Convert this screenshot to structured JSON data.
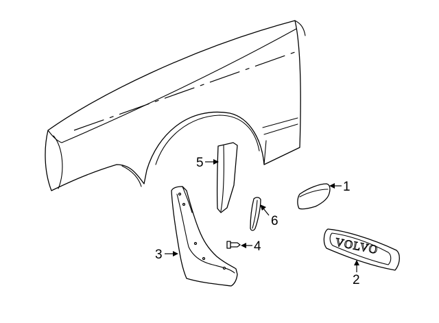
{
  "callouts": [
    {
      "id": "1",
      "label": "1",
      "part": "emblem-cover"
    },
    {
      "id": "2",
      "label": "2",
      "part": "volvo-emblem"
    },
    {
      "id": "3",
      "label": "3",
      "part": "mud-flap"
    },
    {
      "id": "4",
      "label": "4",
      "part": "screw"
    },
    {
      "id": "5",
      "label": "5",
      "part": "fender-moulding"
    },
    {
      "id": "6",
      "label": "6",
      "part": "trim-strip"
    }
  ],
  "emblem_text": "VOLVO"
}
